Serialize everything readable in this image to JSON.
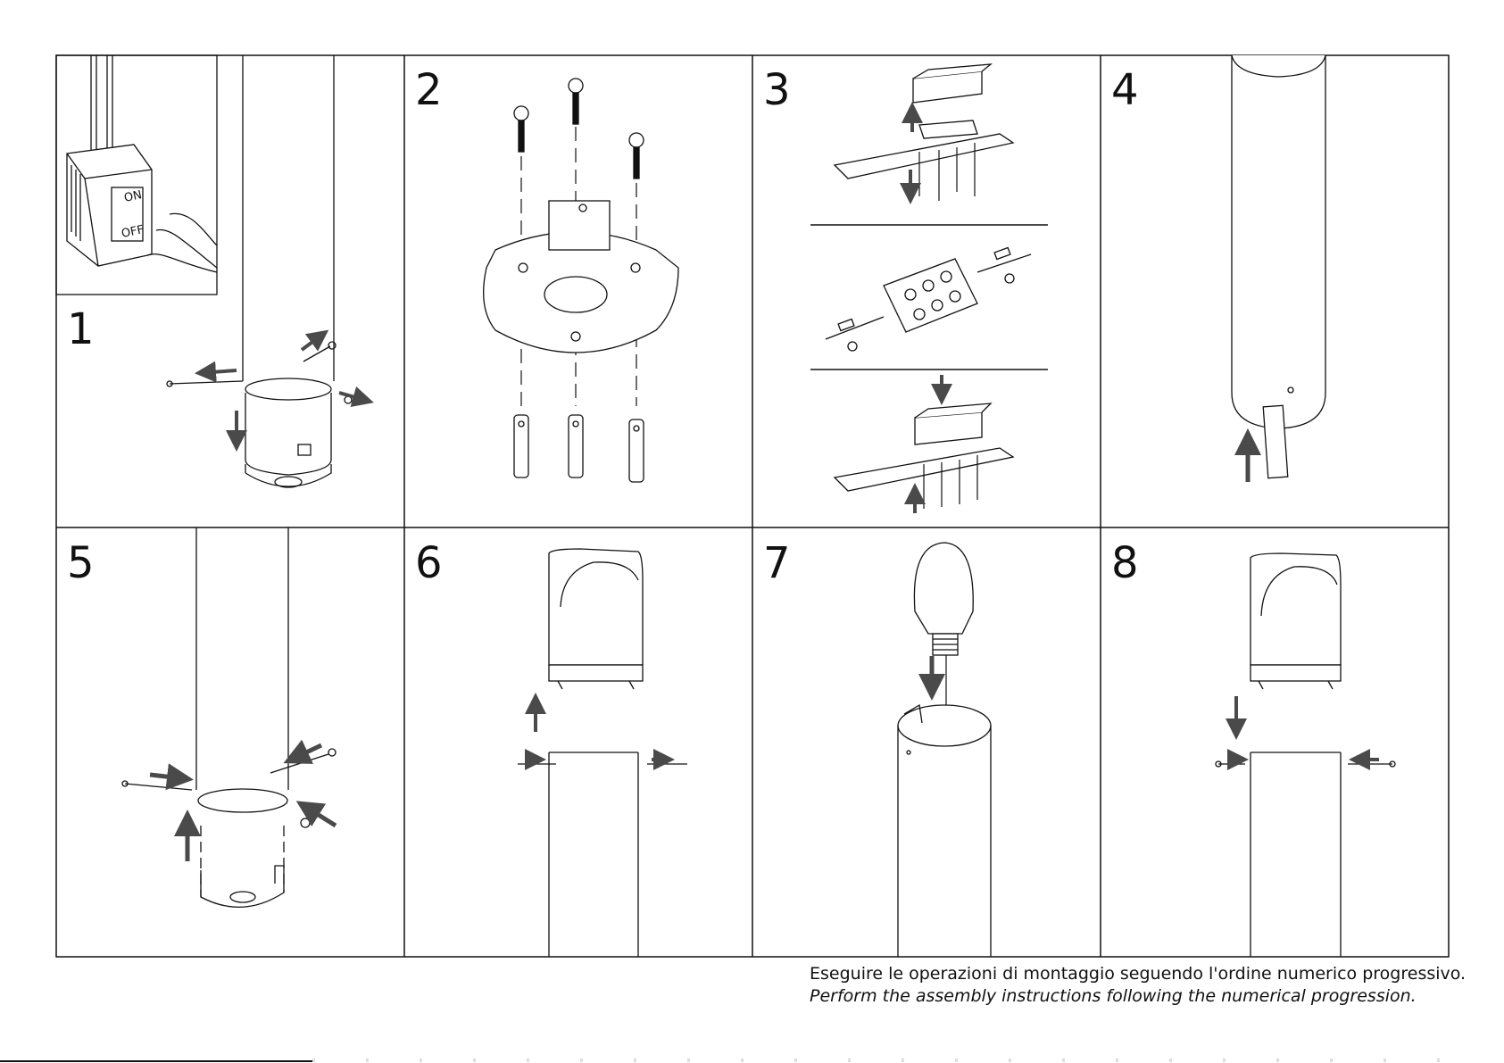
{
  "steps": [
    {
      "number": "1",
      "switch_on": "ON",
      "switch_off": "OFF"
    },
    {
      "number": "2"
    },
    {
      "number": "3"
    },
    {
      "number": "4"
    },
    {
      "number": "5"
    },
    {
      "number": "6"
    },
    {
      "number": "7"
    },
    {
      "number": "8"
    }
  ],
  "caption": {
    "italian": "Eseguire le operazioni di montaggio seguendo l'ordine numerico progressivo.",
    "english": "Perform the assembly instructions following the numerical progression."
  },
  "colors": {
    "line": "#111111",
    "arrow": "#4a4a4a",
    "background": "#ffffff"
  }
}
